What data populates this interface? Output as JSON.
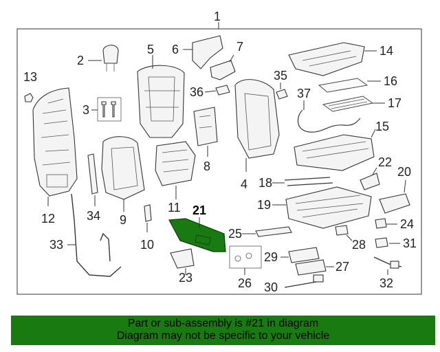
{
  "diagram": {
    "assembly_number": "1",
    "highlight_color": "#1a7a12",
    "callouts": {
      "c2": "2",
      "c3": "3",
      "c4": "4",
      "c5": "5",
      "c6": "6",
      "c7": "7",
      "c8": "8",
      "c9": "9",
      "c10": "10",
      "c11": "11",
      "c12": "12",
      "c13": "13",
      "c14": "14",
      "c15": "15",
      "c16": "16",
      "c17": "17",
      "c18": "18",
      "c19": "19",
      "c20": "20",
      "c21": "21",
      "c22": "22",
      "c23": "23",
      "c24": "24",
      "c25": "25",
      "c26": "26",
      "c27": "27",
      "c28": "28",
      "c29": "29",
      "c30": "30",
      "c31": "31",
      "c32": "32",
      "c33": "33",
      "c34": "34",
      "c35": "35",
      "c36": "36",
      "c37": "37"
    }
  },
  "banner": {
    "line1": "Part or sub-assembly is #21 in diagram",
    "line2": "Diagram may not be specific to your vehicle",
    "background": "#1a7a12"
  }
}
